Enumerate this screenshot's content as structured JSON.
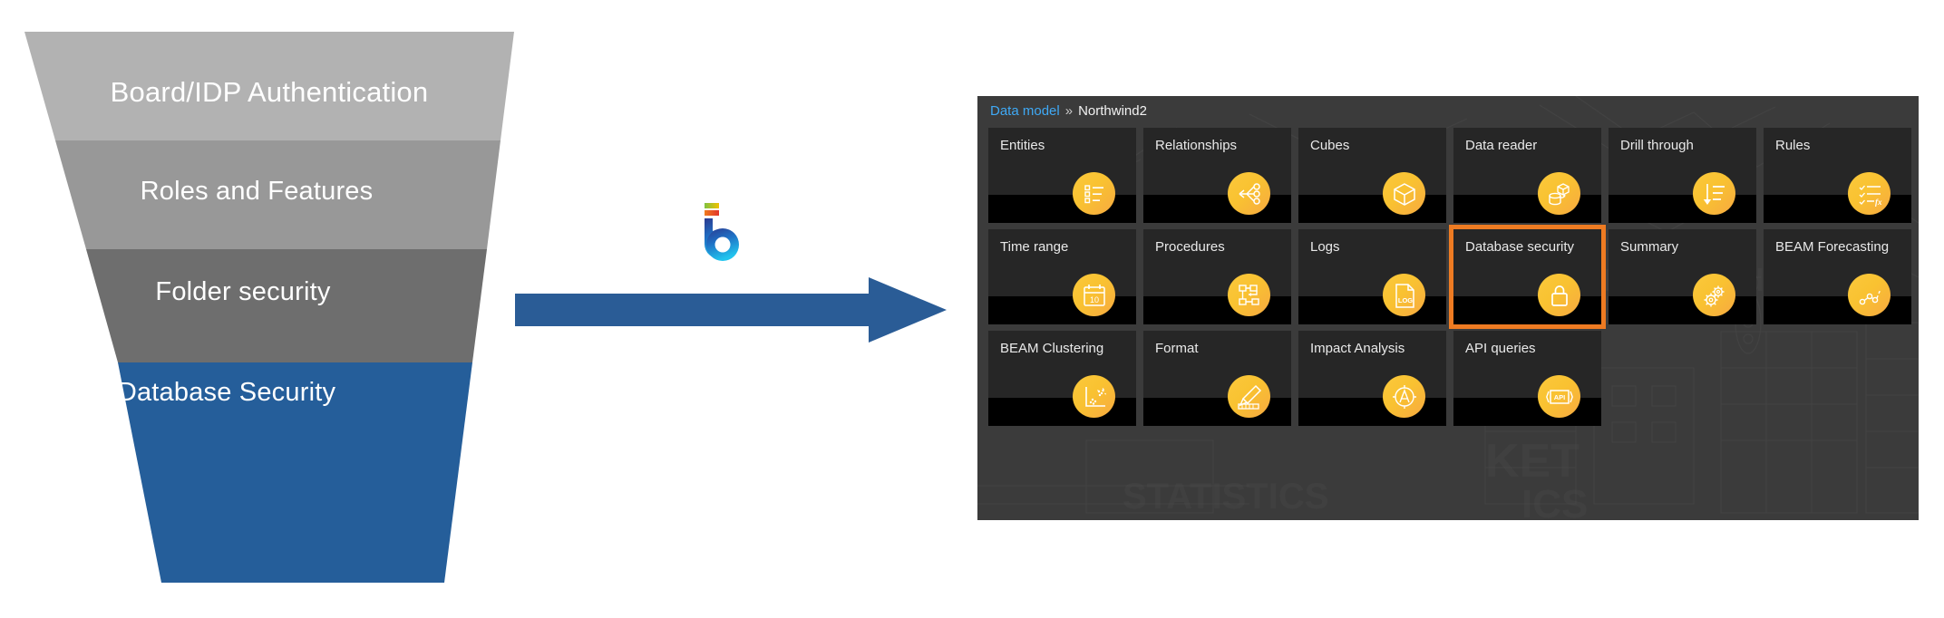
{
  "funnel": {
    "stages": [
      {
        "label": "Board/IDP Authentication",
        "color": "#b2b2b2"
      },
      {
        "label": "Roles and Features",
        "color": "#989898"
      },
      {
        "label": "Folder security",
        "color": "#6e6e6e"
      },
      {
        "label": "Database Security",
        "color": "#255e9a"
      }
    ]
  },
  "arrow": {
    "color": "#2a5c96",
    "direction": "right"
  },
  "logo": {
    "name": "board-logo",
    "letter": "b",
    "colors": {
      "blue_dark": "#2b3a8f",
      "blue_light": "#22b3e8",
      "bar_green": "#7fc241",
      "bar_yellow": "#f2c200",
      "bar_orange": "#f07c1e",
      "bar_red": "#e2352b"
    }
  },
  "panel": {
    "breadcrumb": {
      "root": "Data model",
      "separator": "»",
      "current": "Northwind2",
      "root_color": "#3fa9f5"
    },
    "selected_tile": "Database security",
    "selection_color": "#ee7b22",
    "tiles": [
      {
        "label": "Entities",
        "icon": "list-icon",
        "selected": false
      },
      {
        "label": "Relationships",
        "icon": "relationships-icon",
        "selected": false
      },
      {
        "label": "Cubes",
        "icon": "cube-icon",
        "selected": false
      },
      {
        "label": "Data reader",
        "icon": "data-reader-icon",
        "selected": false
      },
      {
        "label": "Drill through",
        "icon": "drill-through-icon",
        "selected": false
      },
      {
        "label": "Rules",
        "icon": "rules-fx-icon",
        "selected": false
      },
      {
        "label": "Time range",
        "icon": "calendar-icon",
        "selected": false
      },
      {
        "label": "Procedures",
        "icon": "procedures-icon",
        "selected": false
      },
      {
        "label": "Logs",
        "icon": "log-file-icon",
        "selected": false
      },
      {
        "label": "Database security",
        "icon": "lock-icon",
        "selected": true
      },
      {
        "label": "Summary",
        "icon": "gears-icon",
        "selected": false
      },
      {
        "label": "BEAM Forecasting",
        "icon": "forecast-icon",
        "selected": false
      },
      {
        "label": "BEAM Clustering",
        "icon": "clustering-icon",
        "selected": false
      },
      {
        "label": "Format",
        "icon": "brush-icon",
        "selected": false
      },
      {
        "label": "Impact Analysis",
        "icon": "impact-icon",
        "selected": false
      },
      {
        "label": "API queries",
        "icon": "api-icon",
        "selected": false
      }
    ]
  }
}
